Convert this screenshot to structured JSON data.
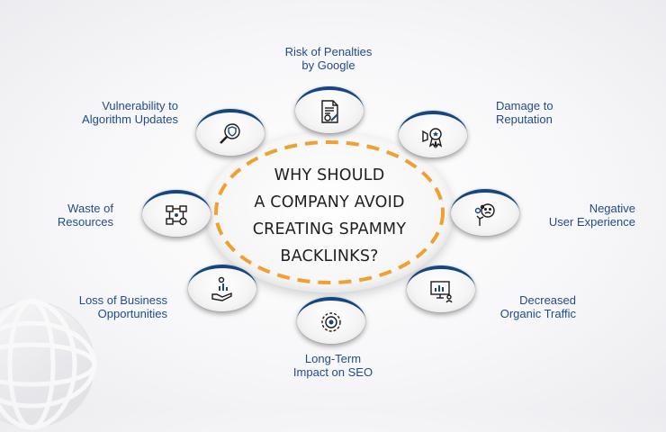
{
  "center": {
    "lines": [
      "WHY SHOULD",
      "A COMPANY AVOID",
      "CREATING SPAMMY",
      "BACKLINKS?"
    ]
  },
  "colors": {
    "node_ring": "#17467e",
    "label_text": "#1f4b8a",
    "dashed_ring": "#f0a030"
  },
  "items": [
    {
      "lines": [
        "Risk of Penalties",
        "by Google"
      ],
      "icon": "document-penalty-icon"
    },
    {
      "lines": [
        "Damage to",
        "Reputation"
      ],
      "icon": "award-badge-icon"
    },
    {
      "lines": [
        "Negative",
        "User Experience"
      ],
      "icon": "sad-face-icon"
    },
    {
      "lines": [
        "Decreased",
        "Organic Traffic"
      ],
      "icon": "analytics-screen-icon"
    },
    {
      "lines": [
        "Long-Term",
        "Impact on SEO"
      ],
      "icon": "target-gear-icon"
    },
    {
      "lines": [
        "Loss of Business",
        "Opportunities"
      ],
      "icon": "hand-dollar-icon"
    },
    {
      "lines": [
        "Waste of",
        "Resources"
      ],
      "icon": "network-flow-icon"
    },
    {
      "lines": [
        "Vulnerability to",
        "Algorithm Updates"
      ],
      "icon": "search-shield-icon"
    }
  ]
}
